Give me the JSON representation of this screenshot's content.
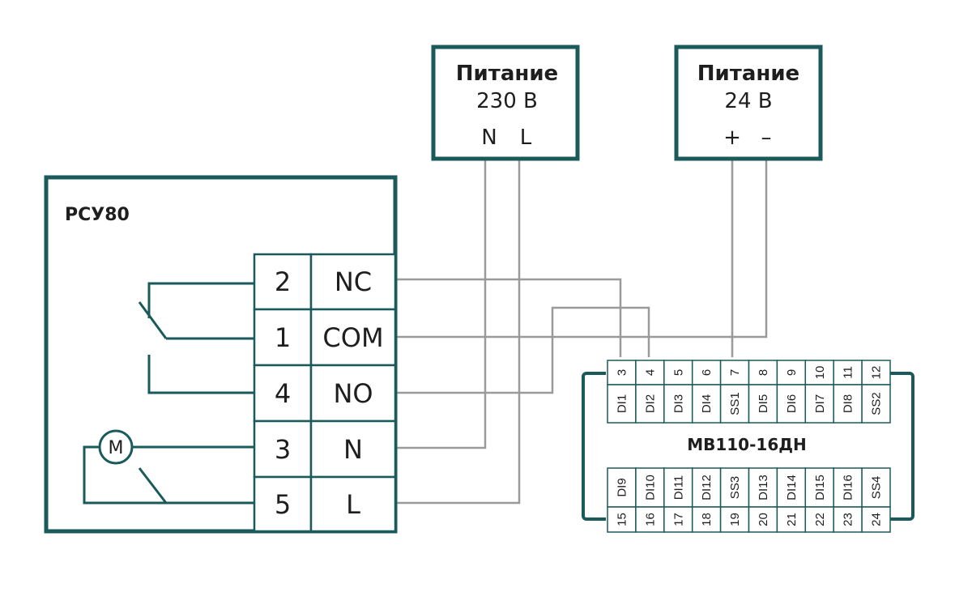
{
  "power_230": {
    "title": "Питание",
    "voltage": "230 В",
    "pin_n": "N",
    "pin_l": "L"
  },
  "power_24": {
    "title": "Питание",
    "voltage": "24 В",
    "pin_plus": "+",
    "pin_minus": "–"
  },
  "device": {
    "name": "РСУ80",
    "motor_label": "M",
    "terminals": [
      {
        "num": "2",
        "label": "NC"
      },
      {
        "num": "1",
        "label": "COM"
      },
      {
        "num": "4",
        "label": "NO"
      },
      {
        "num": "3",
        "label": "N"
      },
      {
        "num": "5",
        "label": "L"
      }
    ]
  },
  "module": {
    "name": "МВ110-16ДН",
    "top_numbers": [
      "3",
      "4",
      "5",
      "6",
      "7",
      "8",
      "9",
      "10",
      "11",
      "12"
    ],
    "top_labels": [
      "DI1",
      "DI2",
      "DI3",
      "DI4",
      "SS1",
      "DI5",
      "DI6",
      "DI7",
      "DI8",
      "SS2"
    ],
    "bottom_labels": [
      "DI9",
      "DI10",
      "DI11",
      "DI12",
      "SS3",
      "DI13",
      "DI14",
      "DI15",
      "DI16",
      "SS4"
    ],
    "bottom_numbers": [
      "15",
      "16",
      "17",
      "18",
      "19",
      "20",
      "21",
      "22",
      "23",
      "24"
    ]
  }
}
